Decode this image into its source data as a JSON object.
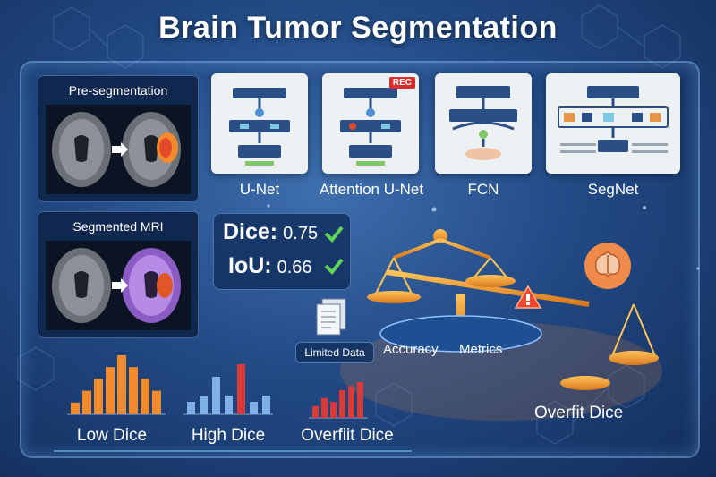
{
  "title": "Brain Tumor Segmentation",
  "panels": {
    "pre_label": "Pre-segmentation",
    "seg_label": "Segmented MRI"
  },
  "models": [
    {
      "name": "U-Net"
    },
    {
      "name": "Attention U-Net",
      "badge": "REC"
    },
    {
      "name": "FCN"
    },
    {
      "name": "SegNet"
    }
  ],
  "metrics": {
    "dice_label": "Dice:",
    "dice_value": "0.75",
    "iou_label": "IoU:",
    "iou_value": "0.66"
  },
  "balance": {
    "limited_data": "Limited Data",
    "accuracy": "Accuracy",
    "metrics": "Metrics",
    "overfit": "Overfit Dice"
  },
  "histograms": [
    {
      "label": "Low Dice",
      "values": [
        2,
        4,
        6,
        8,
        10,
        8,
        6,
        4
      ]
    },
    {
      "label": "High Dice",
      "values": [
        2,
        3,
        6,
        3,
        8,
        2,
        3
      ]
    },
    {
      "label": "Overfiit Dice",
      "values": [
        3,
        5,
        4,
        7,
        8,
        9
      ]
    }
  ],
  "colors": {
    "accent_orange": "#f28a2e",
    "dice_red": "#d93a3a",
    "check_green": "#5fd35a",
    "brand_blue": "#2b5cab"
  }
}
